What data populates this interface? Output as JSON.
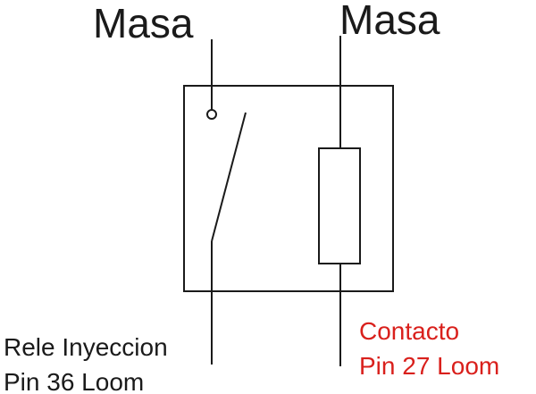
{
  "labels": {
    "masa_left": "Masa",
    "masa_right": "Masa",
    "rele_line1": "Rele Inyeccion",
    "rele_line2": "Pin 36 Loom",
    "contacto_line1": "Contacto",
    "contacto_line2": "Pin 27 Loom"
  },
  "colors": {
    "line": "#1a1a1a",
    "text": "#1a1a1a",
    "contacto_text": "#d9201c"
  }
}
